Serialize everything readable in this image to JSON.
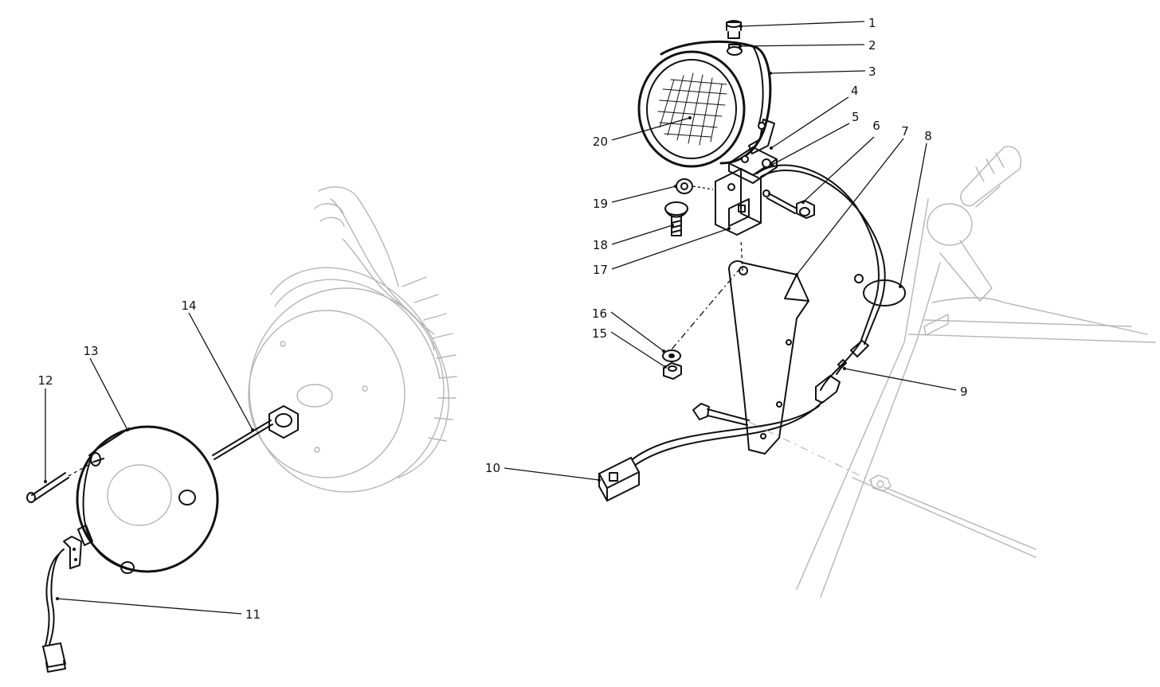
{
  "diagram": {
    "callouts": [
      {
        "id": "c1",
        "label": "1"
      },
      {
        "id": "c2",
        "label": "2"
      },
      {
        "id": "c3",
        "label": "3"
      },
      {
        "id": "c4",
        "label": "4"
      },
      {
        "id": "c5",
        "label": "5"
      },
      {
        "id": "c6",
        "label": "6"
      },
      {
        "id": "c7",
        "label": "7"
      },
      {
        "id": "c8",
        "label": "8"
      },
      {
        "id": "c9",
        "label": "9"
      },
      {
        "id": "c10",
        "label": "10"
      },
      {
        "id": "c11",
        "label": "11"
      },
      {
        "id": "c12",
        "label": "12"
      },
      {
        "id": "c13",
        "label": "13"
      },
      {
        "id": "c14",
        "label": "14"
      },
      {
        "id": "c15",
        "label": "15"
      },
      {
        "id": "c16",
        "label": "16"
      },
      {
        "id": "c17",
        "label": "17"
      },
      {
        "id": "c18",
        "label": "18"
      },
      {
        "id": "c19",
        "label": "19"
      },
      {
        "id": "c20",
        "label": "20"
      }
    ]
  }
}
